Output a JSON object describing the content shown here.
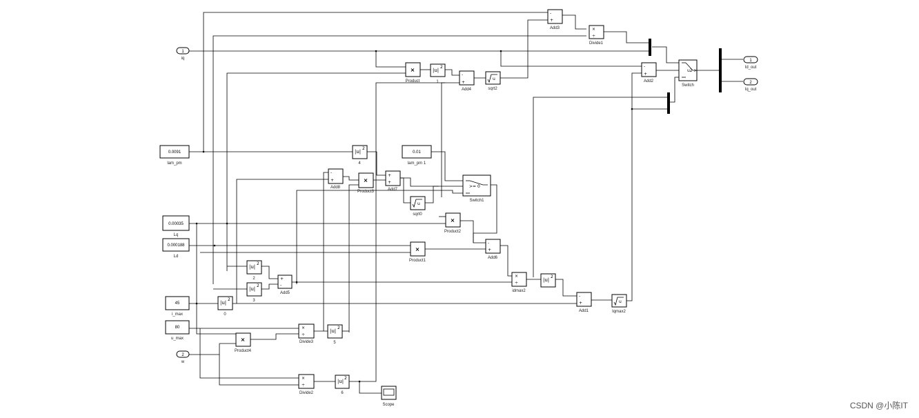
{
  "watermark": "CSDN @小陈IT",
  "blocks": {
    "iq_in": {
      "port": "1",
      "label": "iq"
    },
    "w_in": {
      "port": "2",
      "label": "w"
    },
    "iq_out1": {
      "port": "1",
      "label": "Id_out"
    },
    "iq_out2": {
      "port": "2",
      "label": "Iq_out"
    },
    "lam_pm": {
      "value": "0.0091",
      "label": "lam_pm"
    },
    "lam_pm1": {
      "value": "0.01",
      "label": "lam_pm 1"
    },
    "Lq": {
      "value": "0.00035",
      "label": "Lq"
    },
    "Ld": {
      "value": "0.000188",
      "label": "Ld"
    },
    "i_max": {
      "value": "45",
      "label": "i_max"
    },
    "u_max": {
      "value": "80",
      "label": "u_max"
    },
    "Add3": {
      "label": "Add3",
      "signs": [
        "-",
        "+"
      ]
    },
    "Divide1": {
      "label": "Divide1"
    },
    "Product": {
      "label": "Product"
    },
    "sq1": {
      "label": "1"
    },
    "Add4": {
      "label": "Add4",
      "signs": [
        "-",
        "+"
      ]
    },
    "sqrt2": {
      "label": "sqrt2"
    },
    "Add2": {
      "label": "Add2",
      "signs": [
        "-",
        "+"
      ]
    },
    "Switch": {
      "label": "Switch",
      "sym": "u2 > ..."
    },
    "sq4": {
      "label": "4"
    },
    "Add8": {
      "label": "Add8",
      "signs": [
        "-",
        "+"
      ]
    },
    "Product3": {
      "label": "Product3"
    },
    "Add7": {
      "label": "Add7",
      "signs": [
        "+",
        "+"
      ]
    },
    "sqrt0": {
      "label": "sqrt0"
    },
    "Switch1": {
      "label": "Switch1",
      "sym": ">= 0"
    },
    "Product2": {
      "label": "Product2"
    },
    "Product1": {
      "label": "Product1"
    },
    "Add6": {
      "label": "Add6",
      "signs": [
        "-",
        "+"
      ]
    },
    "sq2": {
      "label": "2"
    },
    "sq3": {
      "label": "3"
    },
    "Add5": {
      "label": "Add5",
      "signs": [
        "+",
        "-"
      ]
    },
    "idmax2": {
      "label": "idmax2"
    },
    "sqIdmax": {
      "label": ""
    },
    "sq0": {
      "label": "0"
    },
    "Add1": {
      "label": "Add1",
      "signs": [
        "-",
        "+"
      ]
    },
    "Iqmax2": {
      "label": "Iqmax2"
    },
    "Divide3": {
      "label": "Divide3"
    },
    "sq5": {
      "label": "5"
    },
    "Product4": {
      "label": "Product4"
    },
    "Divide2": {
      "label": "Divide2"
    },
    "sq6": {
      "label": "6"
    },
    "Scope": {
      "label": "Scope"
    }
  },
  "symbols": {
    "product": "×",
    "divide_top": "×",
    "divide_bot": "÷",
    "square": "|u|",
    "square_exp": "2",
    "sqrt_u": "u"
  }
}
